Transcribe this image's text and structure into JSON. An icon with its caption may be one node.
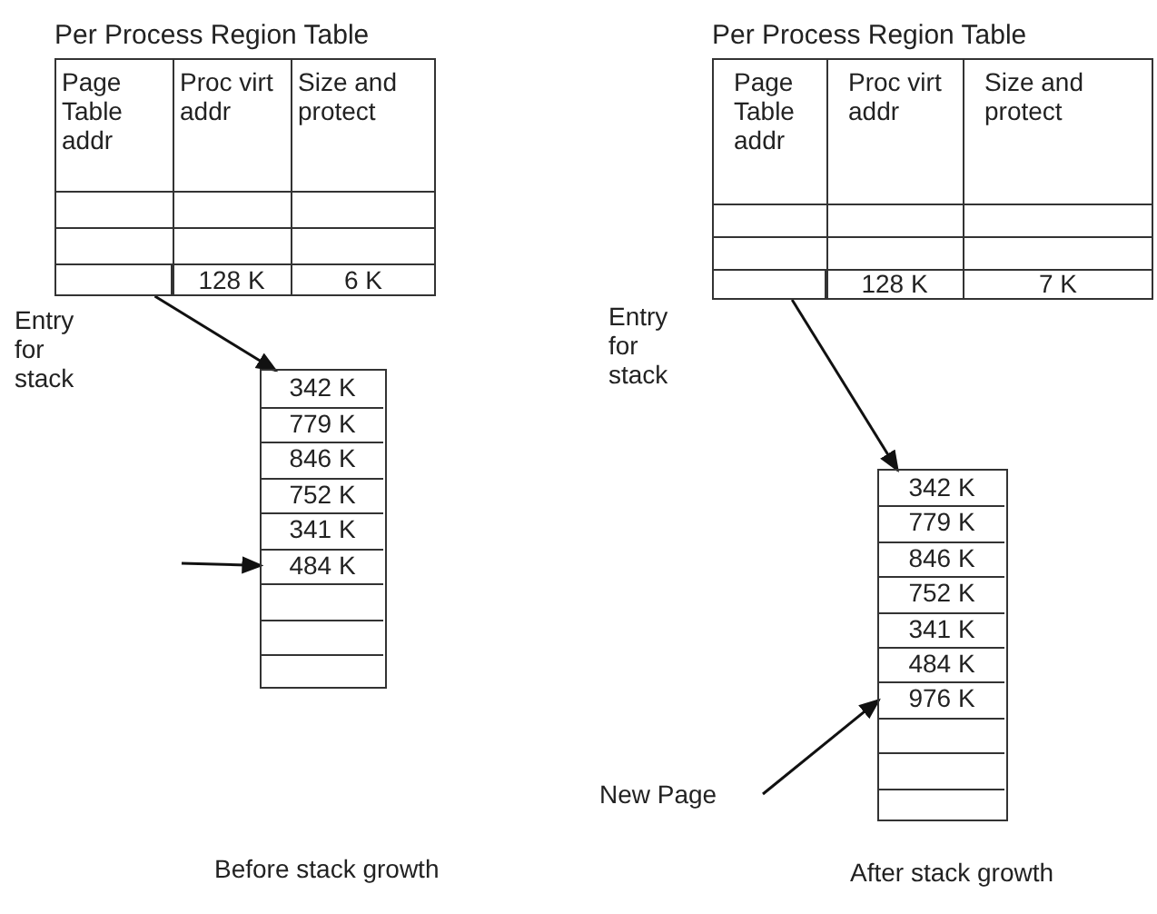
{
  "diagram": {
    "nodes": [
      {
        "text": [
          "Per Process Region Table"
        ]
      },
      {
        "text": [],
        "shape": "box",
        "in": 0
      },
      {
        "text": [],
        "shape": "box"
      },
      {
        "text": [
          "342 K"
        ],
        "in": 2
      },
      {
        "text": [
          "779 K"
        ],
        "in": 2
      },
      {
        "text": [
          "846 K"
        ],
        "in": 2
      },
      {
        "text": [
          "752 K"
        ],
        "in": 2
      },
      {
        "text": [
          "341 K"
        ],
        "in": 2
      },
      {
        "text": [
          "484 K"
        ],
        "in": 2
      },
      {
        "text": [
          "Per Process Region Table"
        ]
      },
      {
        "text": [],
        "shape": "box",
        "in": 9
      },
      {
        "text": [],
        "shape": "box"
      },
      {
        "text": [
          "342 K"
        ],
        "in": 11
      },
      {
        "text": [
          "779 K"
        ],
        "in": 11
      },
      {
        "text": [
          "846 K"
        ],
        "in": 11
      },
      {
        "text": [
          "752 K"
        ],
        "in": 11
      },
      {
        "text": [
          "341 K"
        ],
        "in": 11
      },
      {
        "text": [
          "484 K"
        ],
        "in": 11
      },
      {
        "text": [
          "976 K"
        ],
        "in": 11
      },
      {
        "text": [
          "New Page"
        ]
      }
    ],
    "edges": [
      {
        "from": 1,
        "to": 3,
        "arrow": "to"
      },
      {
        "from": null,
        "to": 8,
        "arrow": "to"
      },
      {
        "from": 10,
        "to": 12,
        "arrow": "to"
      },
      {
        "from": 19,
        "to": 18,
        "arrow": "to"
      }
    ],
    "labels": [
      "Page Table addr",
      "Proc virt addr",
      "Size and protect",
      "128 K",
      "6 K",
      "Entry for stack",
      "Before stack growth",
      "Page Table addr",
      "Proc virt addr",
      "Size and protect",
      "128 K",
      "7 K",
      "Entry for stack",
      "After stack growth"
    ]
  }
}
